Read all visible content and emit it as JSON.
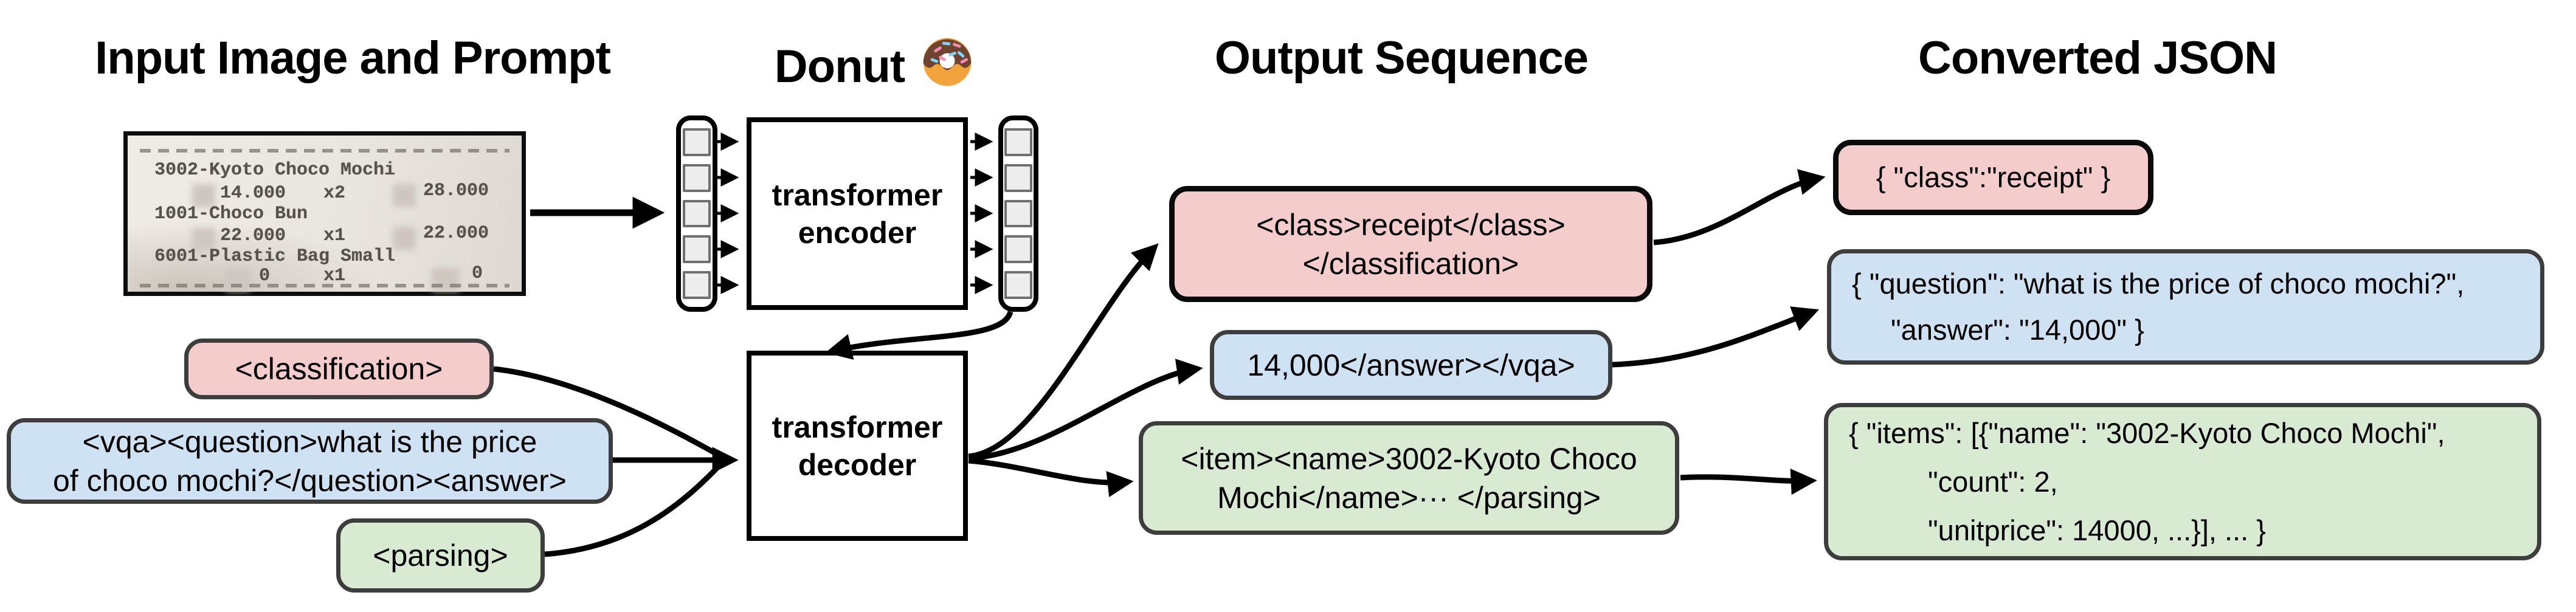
{
  "titles": {
    "input": "Input Image and Prompt",
    "model": "Donut",
    "output": "Output Sequence",
    "json": "Converted JSON"
  },
  "receipt": {
    "item1": "3002-Kyoto Choco Mochi",
    "row1": {
      "price": "14.000",
      "qty": "x2",
      "total": "28.000"
    },
    "item2": "1001-Choco Bun",
    "row2": {
      "price": "22.000",
      "qty": "x1",
      "total": "22.000"
    },
    "item3": "6001-Plastic Bag Small",
    "row3": {
      "price": "0",
      "qty": "x1",
      "total": "0"
    }
  },
  "model": {
    "encoder_line1": "transformer",
    "encoder_line2": "encoder",
    "decoder_line1": "transformer",
    "decoder_line2": "decoder",
    "donut_emoji": "🍩"
  },
  "prompts": {
    "classification": "<classification>",
    "vqa_line1": "<vqa><question>what is the price",
    "vqa_line2": "of choco mochi?</question><answer>",
    "parsing": "<parsing>"
  },
  "outputs": {
    "classification_line1": "<class>receipt</class>",
    "classification_line2": "</classification>",
    "vqa": "14,000</answer></vqa>",
    "parsing_line1": "<item><name>3002-Kyoto Choco",
    "parsing_line2": "Mochi</name>··· </parsing>"
  },
  "converted_json": {
    "classification": "{ \"class\":\"receipt\" }",
    "vqa_line1": "{ \"question\": \"what is the price of choco mochi?\",",
    "vqa_line2": "\"answer\": \"14,000\" }",
    "parsing_line1": "{ \"items\": [{\"name\": \"3002-Kyoto Choco Mochi\",",
    "parsing_line2": "\"count\": 2,",
    "parsing_line3": "\"unitprice\": 14000, ...}], ... }"
  },
  "colors": {
    "pink": "#f4cccc",
    "blue": "#cfe2f3",
    "green": "#d9ead3",
    "box_border": "#3d3d3d",
    "pink_border": "#0a0a0a",
    "arrow": "#000000"
  }
}
